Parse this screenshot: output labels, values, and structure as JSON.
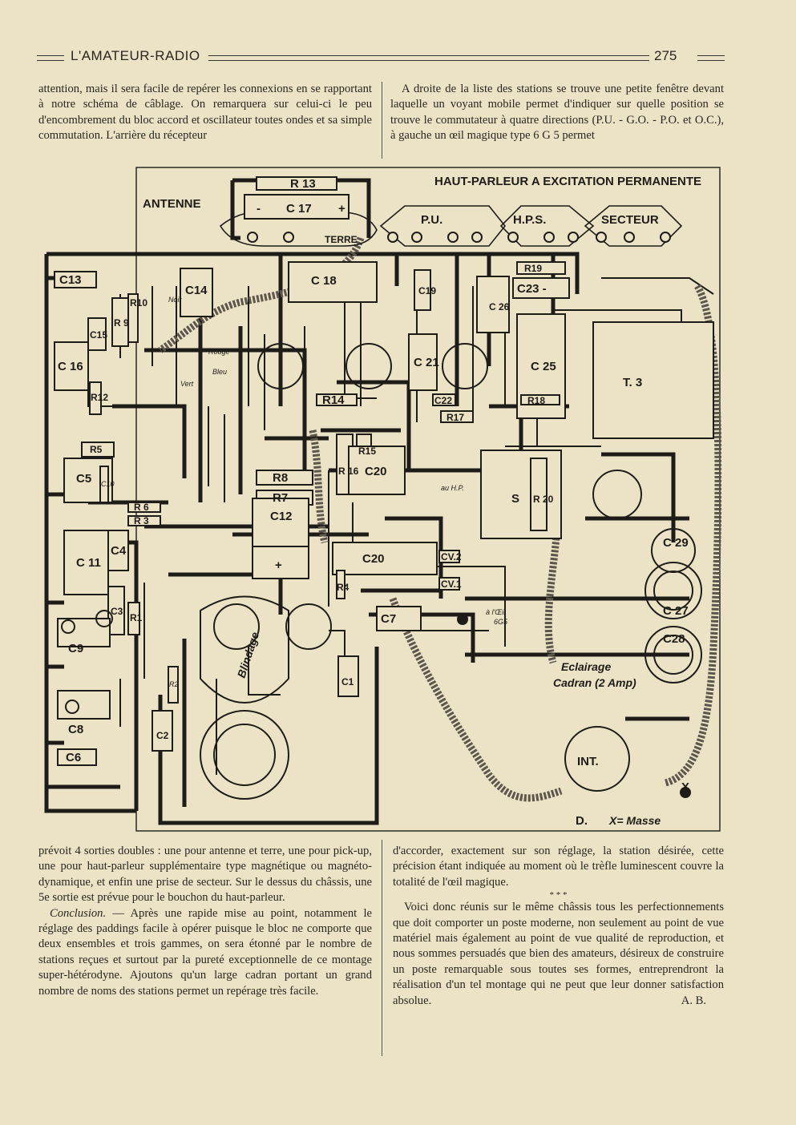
{
  "header": {
    "title": "L'AMATEUR-RADIO",
    "page_number": "275"
  },
  "top_left_text": "attention, mais il sera facile de repérer les connexions en se rapportant à notre schéma de câblage. On remarquera sur celui-ci le peu d'encombrement du bloc accord et oscillateur toutes ondes et sa simple commutation. L'arrière du récepteur",
  "top_right_text": "A droite de la liste des stations se trouve une petite fenêtre devant laquelle un voyant mobile permet d'indiquer sur quelle position se trouve le commutateur à quatre directions (P.U. - G.O. - P.O. et O.C.), à gauche un œil magique type 6 G 5 permet",
  "diagram": {
    "title": "HAUT-PARLEUR A EXCITATION PERMANENTE",
    "labels": {
      "antenne": "ANTENNE",
      "terre": "TERRE",
      "pu": "P.U.",
      "hps": "H.P.S.",
      "secteur": "SECTEUR",
      "r13": "R 13",
      "c17": "C 17",
      "c17_minus": "-",
      "c17_plus": "+",
      "c13": "C13",
      "c14": "C14",
      "c18": "C 18",
      "c19": "C19",
      "r19": "R19",
      "c26": "C 26",
      "c23": "C23 -",
      "r10": "R10",
      "r9": "R 9",
      "c15": "C15",
      "c16": "C 16",
      "r12": "R12",
      "c21": "C 21",
      "c25": "C 25",
      "t3": "T. 3",
      "r14": "R14",
      "c22": "C22",
      "r17": "R17",
      "r18": "R18",
      "r5": "R5",
      "c5": "C5",
      "c10": "C10",
      "r8": "R8",
      "r7": "R7",
      "r16": "R 16",
      "r15": "R15",
      "c20a": "C20",
      "s": "S",
      "r20": "R 20",
      "au_hp": "au H.P.",
      "r6": "R 6",
      "r3": "R 3",
      "c12": "C12",
      "c29": "C 29",
      "c11": "C 11",
      "c4": "C4",
      "c20b": "C20",
      "plus": "+",
      "cv2": "CV.2",
      "cv1": "CV.1",
      "c27": "C 27",
      "c3": "C3",
      "r1": "R1",
      "r4": "R4",
      "c7": "C7",
      "a_loeil": "à l'Œil",
      "6g5": "6G5",
      "c9": "C9",
      "c28": "C28",
      "blindage": "Blindage",
      "c1": "C1",
      "eclairage": "Eclairage",
      "cadran": "Cadran (2 Amp)",
      "c8": "C8",
      "c2": "C2",
      "r2": "R2",
      "c6": "C6",
      "int": "INT.",
      "d": "D.",
      "x": "X",
      "masse": "X= Masse",
      "noir": "Noir",
      "rouge": "Rouge",
      "vert": "Vert",
      "bleu": "Bleu"
    }
  },
  "bottom_left": {
    "p1": "prévoit 4 sorties doubles : une pour antenne et terre, une pour pick-up, une pour haut-parleur supplémentaire type magnétique ou magnéto-dynamique, et enfin une prise de secteur. Sur le dessus du châssis, une 5e sortie est prévue pour le bouchon du haut-parleur.",
    "conclusion_label": "Conclusion.",
    "p2": " — Après une rapide mise au point, notamment le réglage des paddings facile à opérer puisque le bloc ne comporte que deux ensembles et trois gammes, on sera étonné par le nombre de stations reçues et surtout par la pureté exceptionnelle de ce montage super-hétérodyne. Ajoutons qu'un large cadran portant un grand nombre de noms des stations permet un repérage très facile."
  },
  "bottom_right": {
    "p1": "d'accorder, exactement sur son réglage, la station désirée, cette précision étant indiquée au moment où le trèfle luminescent couvre la totalité de l'œil magique.",
    "stars": "* * *",
    "p2": "Voici donc réunis sur le même châssis tous les perfectionnements que doit comporter un poste moderne, non seulement au point de vue matériel mais également au point de vue qualité de reproduction, et nous sommes persuadés que bien des amateurs, désireux de construire un poste remarquable sous toutes ses formes, entreprendront la réalisation d'un tel montage qui ne peut que leur donner satisfaction absolue.",
    "signature": "A. B."
  }
}
